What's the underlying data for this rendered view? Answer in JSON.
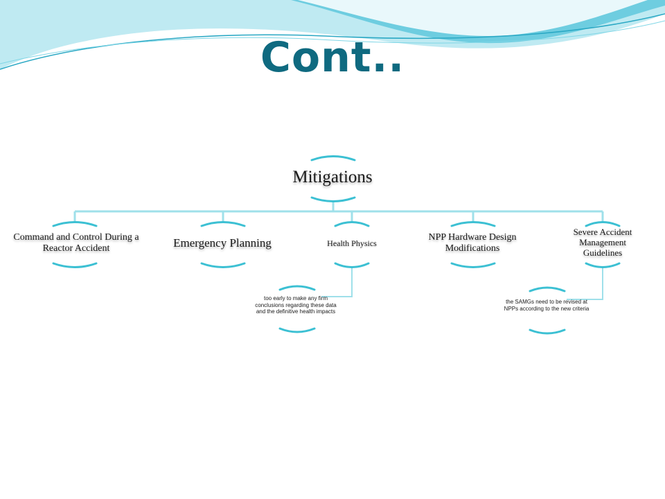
{
  "slide": {
    "title": "Cont..",
    "accent_color": "#0f6a80",
    "wave_colors": [
      "#4fc3d9",
      "#a6e3ee",
      "#2aa8c4"
    ]
  },
  "diagram": {
    "connector_color": "#9fe0ea",
    "arc_color": "#3cc0d3",
    "root": {
      "label": "Mitigations"
    },
    "children": [
      {
        "label": "Command and Control During a Reactor Accident"
      },
      {
        "label": "Emergency Planning"
      },
      {
        "label": "Health Physics"
      },
      {
        "label": "NPP Hardware Design Modifications"
      },
      {
        "label": "Severe Accident Management Guidelines"
      }
    ],
    "sub_nodes": [
      {
        "parent": "Health Physics",
        "label": "too early to make any firm conclusions regarding these data and the definitive health impacts"
      },
      {
        "parent": "Severe Accident Management Guidelines",
        "label": "the SAMGs need to be revised at NPPs according to the new criteria"
      }
    ]
  }
}
